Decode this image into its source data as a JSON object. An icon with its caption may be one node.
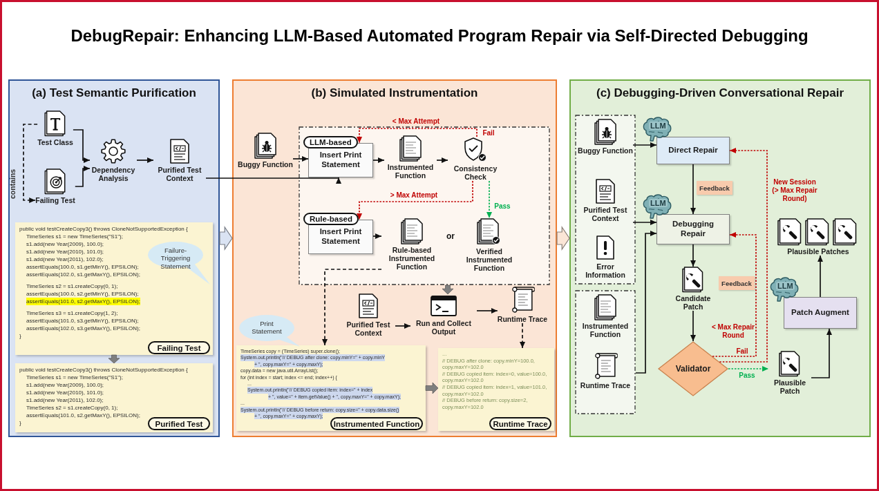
{
  "diagram": {
    "title": "DebugRepair: Enhancing LLM-Based Automated Program Repair via Self-Directed Debugging",
    "nodes": [
      {
        "text": [
          "(a) Test Semantic Purification"
        ]
      },
      {
        "text": [
          "Test Class"
        ],
        "in": 0
      },
      {
        "text": [
          "Failing Test"
        ],
        "in": 0
      },
      {
        "text": [
          "Dependency Analysis"
        ],
        "in": 0
      },
      {
        "text": [
          "Purified Test Context"
        ],
        "in": 0
      },
      {
        "text": [
          "public void testCreateCopy3() throws CloneNotSupportedException {",
          "TimeSeries s1 = new TimeSeries(\"S1\");",
          "s1.add(new Year(2009), 100.0);",
          "s1.add(new Year(2010), 101.0);",
          "s1.add(new Year(2011), 102.0);",
          "assertEquals(100.0, s1.getMinY(), EPSILON);",
          "assertEquals(102.0, s1.getMaxY(), EPSILON);",
          "TimeSeries s2 = s1.createCopy(0, 1);",
          "assertEquals(100.0, s2.getMinY(), EPSILON);",
          "assertEquals(101.0, s2.getMaxY(), EPSILON);",
          "TimeSeries s3 = s1.createCopy(1, 2);",
          "assertEquals(101.0, s3.getMinY(), EPSILON);",
          "assertEquals(102.0, s3.getMaxY(), EPSILON);",
          "}"
        ],
        "in": 0
      },
      {
        "text": [
          "Failure-Triggering Statement"
        ],
        "in": 5
      },
      {
        "text": [
          "Failing Test"
        ],
        "in": 5
      },
      {
        "text": [
          "public void testCreateCopy3() throws CloneNotSupportedException {",
          "TimeSeries s1 = new TimeSeries(\"S1\");",
          "s1.add(new Year(2009), 100.0);",
          "s1.add(new Year(2010), 101.0);",
          "s1.add(new Year(2011), 102.0);",
          "TimeSeries s2 = s1.createCopy(0, 1);",
          "assertEquals(101.0, s2.getMaxY(), EPSILON);",
          "}"
        ],
        "in": 0
      },
      {
        "text": [
          "Purified Test"
        ],
        "in": 8
      },
      {
        "text": [
          "(b) Simulated Instrumentation"
        ]
      },
      {
        "text": [],
        "shape": "box",
        "in": 10
      },
      {
        "text": [
          "Buggy Function"
        ],
        "in": 10
      },
      {
        "text": [
          "LLM-based",
          "Insert Print Statement"
        ],
        "in": 11
      },
      {
        "text": [
          "Instrumented Function"
        ],
        "in": 11
      },
      {
        "text": [
          "Consistency Check"
        ],
        "in": 11
      },
      {
        "text": [
          "Rule-based",
          "Insert Print Statement"
        ],
        "in": 11
      },
      {
        "text": [
          "Rule-based Instrumented Function"
        ],
        "in": 11
      },
      {
        "text": [
          "Verified Instrumented Function"
        ],
        "in": 11
      },
      {
        "text": [
          "Purified Test Context"
        ],
        "in": 10
      },
      {
        "text": [
          "Run and Collect Output"
        ],
        "in": 10
      },
      {
        "text": [
          "Runtime Trace"
        ],
        "in": 10
      },
      {
        "text": [
          "TimeSeries copy = (TimeSeries) super.clone();",
          "System.out.println(\"// DEBUG after clone: copy.minY=\" + copy.minY",
          "+ \", copy.maxY=\" + copy.maxY);",
          "copy.data = new java.util.ArrayList();",
          "for (int index = start; index <= end; index++) {",
          "...",
          "System.out.println(\"// DEBUG copied item: index=\" + index",
          "+ \", value=\" + item.getValue() + \", copy.maxY=\" + copy.maxY);",
          "...",
          "System.out.println(\"// DEBUG before return: copy.size=\" + copy.data.size()",
          "+ \", copy.maxY=\" + copy.maxY);"
        ],
        "in": 10
      },
      {
        "text": [
          "Print Statement"
        ],
        "in": 10
      },
      {
        "text": [
          "Instrumented Function"
        ],
        "in": 22
      },
      {
        "text": [
          "...",
          "// DEBUG after clone: copy.minY=100.0, copy.maxY=102.0",
          "// DEBUG copied item: index=0, value=100.0, copy.maxY=102.0",
          "// DEBUG copied item: index=1, value=101.0, copy.maxY=102.0",
          "// DEBUG before return: copy.size=2, copy.maxY=102.0"
        ],
        "in": 10
      },
      {
        "text": [
          "Runtime Trace"
        ],
        "in": 25
      },
      {
        "text": [
          "(c) Debugging-Driven Conversational Repair"
        ]
      },
      {
        "text": [],
        "shape": "box",
        "in": 27
      },
      {
        "text": [
          "Buggy Function"
        ],
        "in": 28
      },
      {
        "text": [
          "Purified Test Context"
        ],
        "in": 28
      },
      {
        "text": [
          "Error Information"
        ],
        "in": 28
      },
      {
        "text": [],
        "shape": "box",
        "in": 27
      },
      {
        "text": [
          "Instrumented Function"
        ],
        "in": 32
      },
      {
        "text": [
          "Runtime Trace"
        ],
        "in": 32
      },
      {
        "text": [
          "LLM",
          "Direct Repair"
        ],
        "in": 27
      },
      {
        "text": [
          "LLM",
          "Debugging Repair"
        ],
        "in": 27
      },
      {
        "text": [
          "Candidate Patch"
        ],
        "in": 27
      },
      {
        "text": [
          "Validator"
        ],
        "in": 27
      },
      {
        "text": [
          "Plausible Patch"
        ],
        "in": 27
      },
      {
        "text": [
          "LLM",
          "Patch Augment"
        ],
        "in": 27
      },
      {
        "text": [
          "Plausible Patches"
        ],
        "in": 27
      },
      {
        "text": [
          "Feedback"
        ],
        "in": 27
      },
      {
        "text": [
          "Feedback"
        ],
        "in": 27
      }
    ],
    "edges": [
      {
        "from": 1,
        "to": 3,
        "arrow": "to"
      },
      {
        "from": 2,
        "to": 3,
        "arrow": "to"
      },
      {
        "from": 1,
        "to": 2,
        "arrow": "to",
        "style": "dashed",
        "label": "contains"
      },
      {
        "from": 3,
        "to": 4,
        "arrow": "to"
      },
      {
        "from": 4,
        "to": 13,
        "arrow": "to"
      },
      {
        "from": 5,
        "to": 8,
        "arrow": "to",
        "style": "thick",
        "color": "#7f7f7f"
      },
      {
        "from": 0,
        "to": 10,
        "arrow": "to",
        "style": "thick",
        "color": "#dae3f3"
      },
      {
        "from": 12,
        "to": 13,
        "arrow": "to"
      },
      {
        "from": 13,
        "to": 14,
        "arrow": "to"
      },
      {
        "from": 14,
        "to": 15,
        "arrow": "to"
      },
      {
        "from": 15,
        "to": 13,
        "arrow": "to",
        "style": "dashed",
        "color": "#c00000",
        "label": "< Max Attempt"
      },
      {
        "from": 15,
        "to": 16,
        "arrow": "to",
        "style": "dashed",
        "color": "#c00000",
        "label": "> Max Attempt"
      },
      {
        "from": 15,
        "to": 18,
        "arrow": "to",
        "style": "dashed",
        "color": "#00b050",
        "label": "Pass"
      },
      {
        "from": 16,
        "to": 17,
        "arrow": "to"
      },
      {
        "from": 11,
        "to": 20,
        "arrow": "to",
        "style": "thick",
        "color": "#7f7f7f"
      },
      {
        "from": 19,
        "to": 20,
        "arrow": "to"
      },
      {
        "from": 20,
        "to": 21,
        "arrow": "to"
      },
      {
        "from": 21,
        "to": 25,
        "arrow": "to",
        "style": "dashed"
      },
      {
        "from": 17,
        "to": 22,
        "arrow": "to",
        "style": "dashed"
      },
      {
        "from": 22,
        "to": 25,
        "arrow": "to",
        "style": "thick",
        "color": "#7f7f7f"
      },
      {
        "from": 10,
        "to": 27,
        "arrow": "to",
        "style": "thick",
        "color": "#fbe5d6"
      },
      {
        "from": 29,
        "to": 35,
        "arrow": "to"
      },
      {
        "from": 30,
        "to": 36,
        "arrow": "to"
      },
      {
        "from": 32,
        "to": 36,
        "arrow": "to"
      },
      {
        "from": 35,
        "to": 36,
        "arrow": "to"
      },
      {
        "from": 36,
        "to": 37,
        "arrow": "to"
      },
      {
        "from": 37,
        "to": 38,
        "arrow": "to"
      },
      {
        "from": 38,
        "to": 36,
        "arrow": "to",
        "style": "dashed",
        "color": "#c00000",
        "label": "< Max Repair Round"
      },
      {
        "from": 38,
        "to": 35,
        "arrow": "to",
        "style": "dashed",
        "color": "#c00000",
        "label": "New Session (> Max Repair Round)"
      },
      {
        "from": 38,
        "to": 39,
        "arrow": "to",
        "style": "dashed",
        "color": "#00b050",
        "label": "Pass"
      },
      {
        "from": 39,
        "to": 40,
        "arrow": "to"
      },
      {
        "from": 40,
        "to": 41,
        "arrow": "to"
      }
    ],
    "labels": [
      "Fail",
      "or",
      "Fail"
    ]
  }
}
